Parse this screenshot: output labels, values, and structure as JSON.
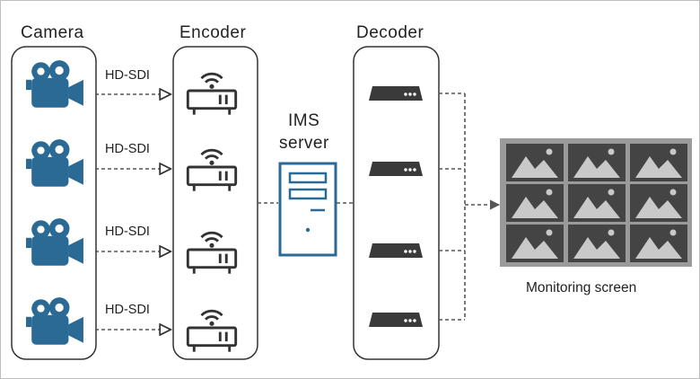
{
  "columns": {
    "camera": "Camera",
    "encoder": "Encoder",
    "decoder": "Decoder"
  },
  "server": {
    "line1": "IMS",
    "line2": "server"
  },
  "links": [
    "HD-SDI",
    "HD-SDI",
    "HD-SDI",
    "HD-SDI"
  ],
  "monitor": {
    "caption": "Monitoring screen"
  },
  "colors": {
    "camera": "#2a6a94",
    "server": "#2a6a94",
    "device_outline": "#333333",
    "decoder": "#3a3a3a",
    "wall_frame": "#9a9a9a",
    "tile": "#444444",
    "mountain": "#c9c9c9"
  },
  "icons": {
    "camera": "video-camera-icon",
    "encoder": "encoder-wifi-icon",
    "server": "server-tower-icon",
    "decoder": "decoder-box-icon",
    "monitor_tile": "image-placeholder-icon"
  }
}
